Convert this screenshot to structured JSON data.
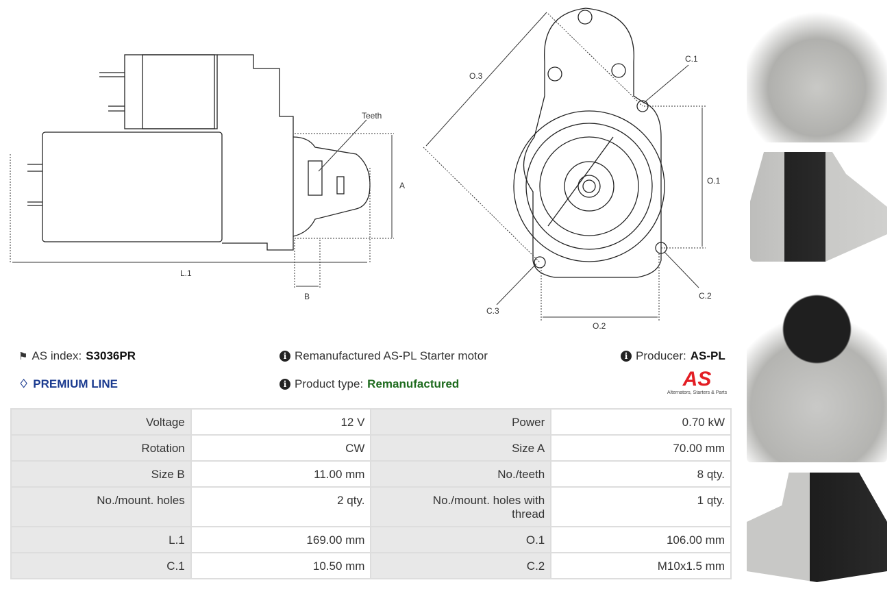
{
  "drawing": {
    "side_labels": {
      "teeth": "Teeth",
      "a": "A",
      "b": "B",
      "l1": "L.1"
    },
    "front_labels": {
      "o3": "O.3",
      "c1": "C.1",
      "o1": "O.1",
      "c2": "C.2",
      "c3": "C.3",
      "o2": "O.2"
    }
  },
  "info": {
    "as_index_label": "AS index:",
    "as_index_value": "S3036PR",
    "premium": "PREMIUM LINE",
    "description": "Remanufactured AS-PL Starter motor",
    "product_type_label": "Product type:",
    "product_type_value": "Remanufactured",
    "producer_label": "Producer:",
    "producer_value": "AS-PL",
    "logo_text": "AS",
    "logo_tagline": "Alternators, Starters & Parts"
  },
  "colors": {
    "premium": "#1a3a8f",
    "remanufactured": "#1e6b1e",
    "logo_red": "#e31e24"
  },
  "specs": [
    [
      {
        "label": "Voltage",
        "value": "12 V"
      },
      {
        "label": "Power",
        "value": "0.70 kW"
      }
    ],
    [
      {
        "label": "Rotation",
        "value": "CW"
      },
      {
        "label": "Size A",
        "value": "70.00 mm"
      }
    ],
    [
      {
        "label": "Size B",
        "value": "11.00 mm"
      },
      {
        "label": "No./teeth",
        "value": "8 qty."
      }
    ],
    [
      {
        "label": "No./mount. holes",
        "value": "2 qty."
      },
      {
        "label": "No./mount. holes with thread",
        "value": "1 qty."
      }
    ],
    [
      {
        "label": "L.1",
        "value": "169.00 mm"
      },
      {
        "label": "O.1",
        "value": "106.00 mm"
      }
    ],
    [
      {
        "label": "C.1",
        "value": "10.50 mm"
      },
      {
        "label": "C.2",
        "value": "M10x1.5 mm"
      }
    ]
  ]
}
